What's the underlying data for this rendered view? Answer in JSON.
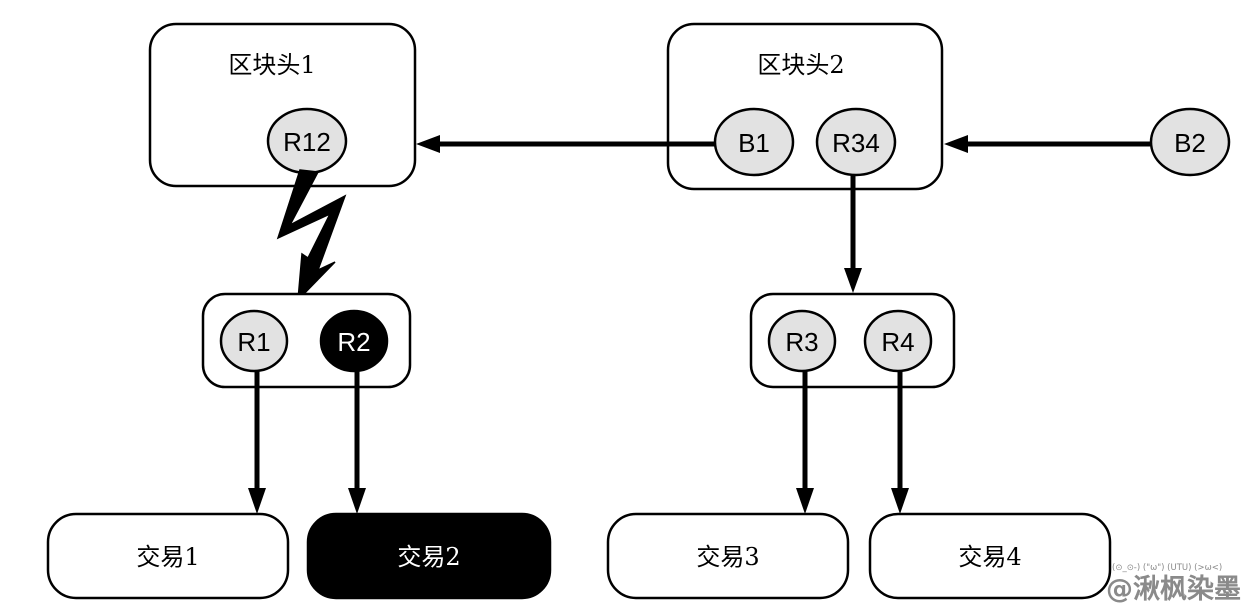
{
  "colors": {
    "stroke": "#000000",
    "node_fill": "#e2e2e2",
    "spent_fill": "#000000",
    "box_fill": "#ffffff",
    "watermark": "#8a8a8a"
  },
  "blocks": {
    "header1": {
      "label": "区块头1",
      "root": "R12"
    },
    "header2": {
      "label": "区块头2",
      "prev": "B1",
      "root": "R34"
    },
    "next_block": {
      "label": "B2"
    }
  },
  "merkle": {
    "left": {
      "nodes": [
        "R1",
        "R2"
      ],
      "spent": "R2"
    },
    "right": {
      "nodes": [
        "R3",
        "R4"
      ]
    }
  },
  "transactions": [
    {
      "label": "交易1",
      "highlighted": false
    },
    {
      "label": "交易2",
      "highlighted": true
    },
    {
      "label": "交易3",
      "highlighted": false
    },
    {
      "label": "交易4",
      "highlighted": false
    }
  ],
  "watermark": {
    "emoticons": "(⊙_⊙-) (\"ω\") (UTU) (>ω<)",
    "text": "@湫枫染墨"
  }
}
